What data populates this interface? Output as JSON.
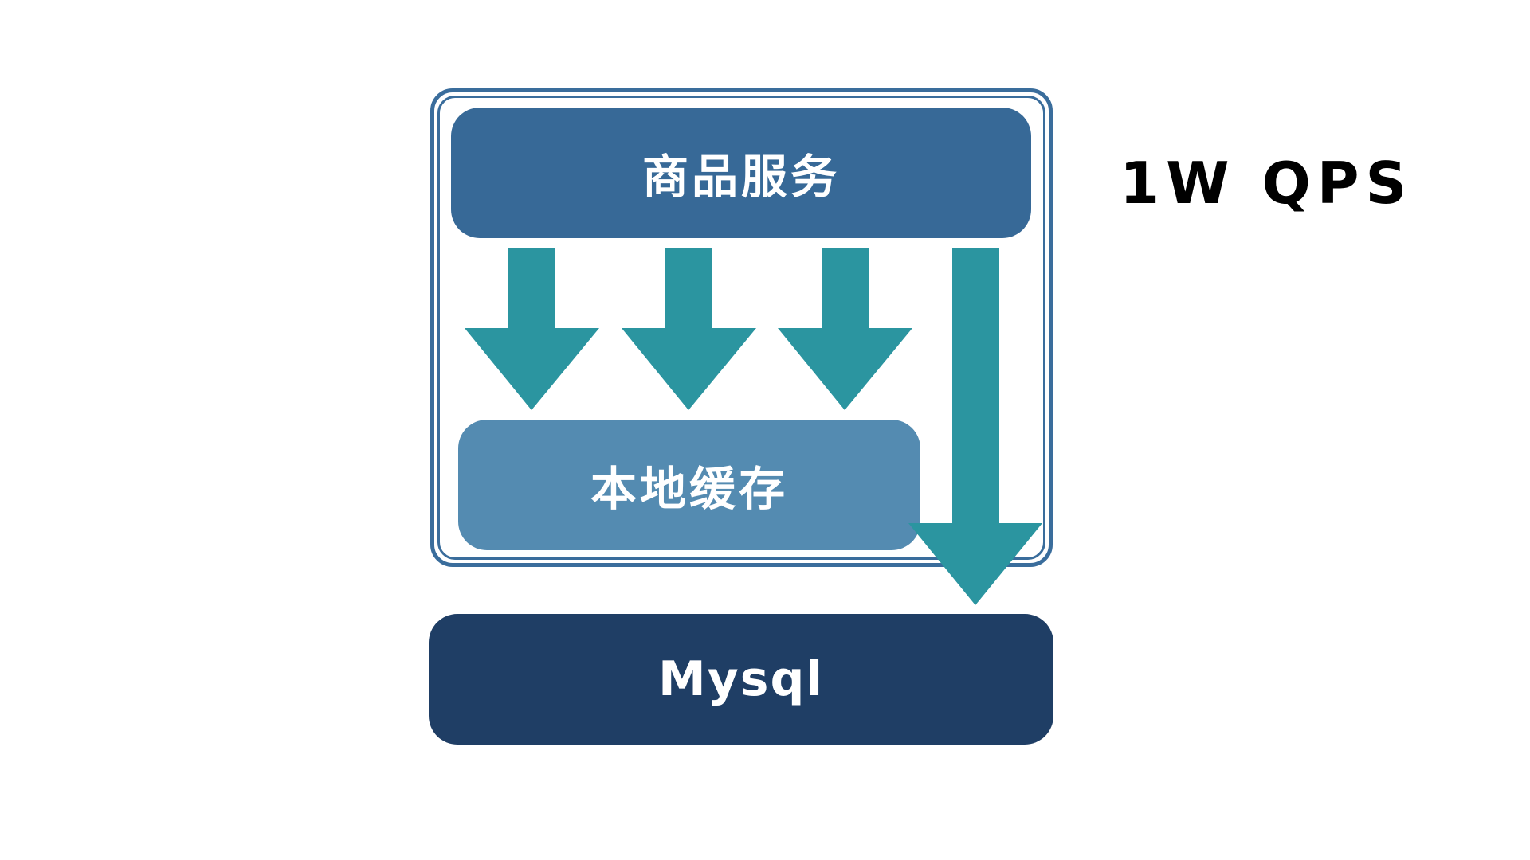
{
  "diagram": {
    "product_service_label": "商品服务",
    "local_cache_label": "本地缓存",
    "mysql_label": "Mysql",
    "qps_label": "1W QPS"
  },
  "colors": {
    "product_service": "#376997",
    "local_cache": "#548bb1",
    "mysql": "#1f3e65",
    "arrow": "#2b95a0",
    "frame": "#3a6d9c"
  }
}
